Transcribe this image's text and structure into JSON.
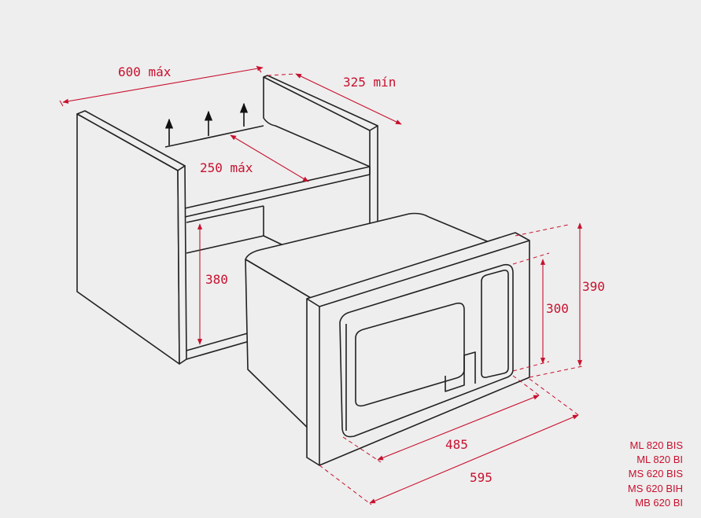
{
  "dimensions": {
    "width_max": "600 máx",
    "depth_min": "325 mín",
    "vent_max": "250 máx",
    "niche_height": "380",
    "frame_height": "390",
    "appliance_height": "300",
    "appliance_width": "485",
    "frame_width": "595"
  },
  "models": [
    "ML 820 BIS",
    "ML 820 BI",
    "MS 620 BIS",
    "MS 620 BIH",
    "MB 620 BI"
  ],
  "colors": {
    "dimension": "#c8102e",
    "line": "#222222",
    "background": "#eeeeee"
  }
}
